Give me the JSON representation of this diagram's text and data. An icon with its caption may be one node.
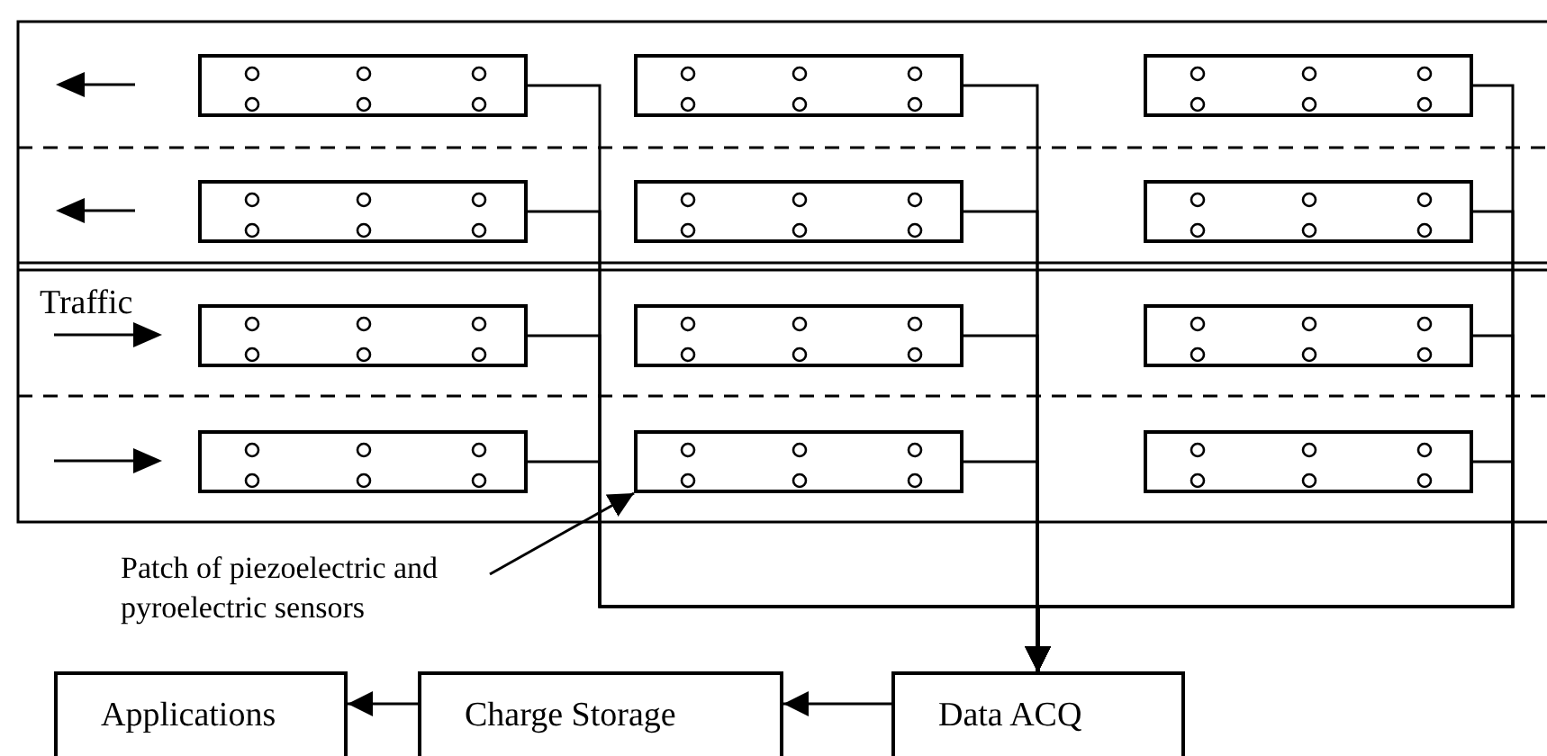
{
  "diagram": {
    "nodes": [
      {
        "text": [],
        "shape": "box"
      },
      {
        "text": [],
        "shape": "box"
      },
      {
        "text": [],
        "shape": "box"
      },
      {
        "text": [],
        "shape": "box"
      },
      {
        "text": [],
        "shape": "box"
      },
      {
        "text": [],
        "shape": "box"
      },
      {
        "text": [],
        "shape": "box"
      },
      {
        "text": [],
        "shape": "box"
      },
      {
        "text": [],
        "shape": "box"
      },
      {
        "text": [],
        "shape": "box"
      },
      {
        "text": [],
        "shape": "box"
      },
      {
        "text": [],
        "shape": "box"
      },
      {
        "text": [
          "Patch of piezoelectric and pyroelectric sensors"
        ]
      },
      {
        "text": [
          "Applications"
        ]
      },
      {
        "text": [
          "Charge Storage"
        ]
      },
      {
        "text": [
          "Data ACQ"
        ]
      }
    ],
    "edges": [
      {
        "from": 0,
        "to": 15,
        "arrow": "to"
      },
      {
        "from": 1,
        "to": 15,
        "arrow": "to"
      },
      {
        "from": 2,
        "to": 15,
        "arrow": "to"
      },
      {
        "from": 3,
        "to": 15,
        "arrow": "to"
      },
      {
        "from": 4,
        "to": 15,
        "arrow": "to"
      },
      {
        "from": 5,
        "to": 15,
        "arrow": "to"
      },
      {
        "from": 6,
        "to": 15,
        "arrow": "to"
      },
      {
        "from": 7,
        "to": 15,
        "arrow": "to"
      },
      {
        "from": 8,
        "to": 15,
        "arrow": "to"
      },
      {
        "from": 9,
        "to": 15,
        "arrow": "to"
      },
      {
        "from": 10,
        "to": 15,
        "arrow": "to"
      },
      {
        "from": 11,
        "to": 15,
        "arrow": "to"
      },
      {
        "from": 12,
        "to": 10,
        "arrow": "to"
      },
      {
        "from": 15,
        "to": 14,
        "arrow": "to"
      },
      {
        "from": 14,
        "to": 13,
        "arrow": "to"
      }
    ],
    "labels": [
      "Traffic"
    ]
  }
}
